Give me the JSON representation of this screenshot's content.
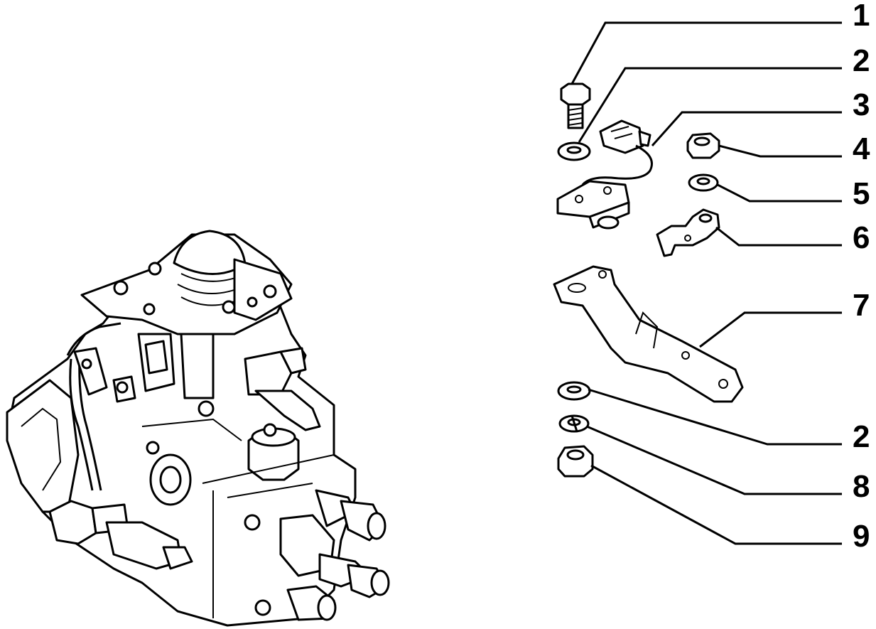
{
  "diagram": {
    "callouts": [
      {
        "id": "c1",
        "label": "1"
      },
      {
        "id": "c2a",
        "label": "2"
      },
      {
        "id": "c3",
        "label": "3"
      },
      {
        "id": "c4",
        "label": "4"
      },
      {
        "id": "c5",
        "label": "5"
      },
      {
        "id": "c6",
        "label": "6"
      },
      {
        "id": "c7",
        "label": "7"
      },
      {
        "id": "c2b",
        "label": "2"
      },
      {
        "id": "c8",
        "label": "8"
      },
      {
        "id": "c9",
        "label": "9"
      }
    ]
  }
}
